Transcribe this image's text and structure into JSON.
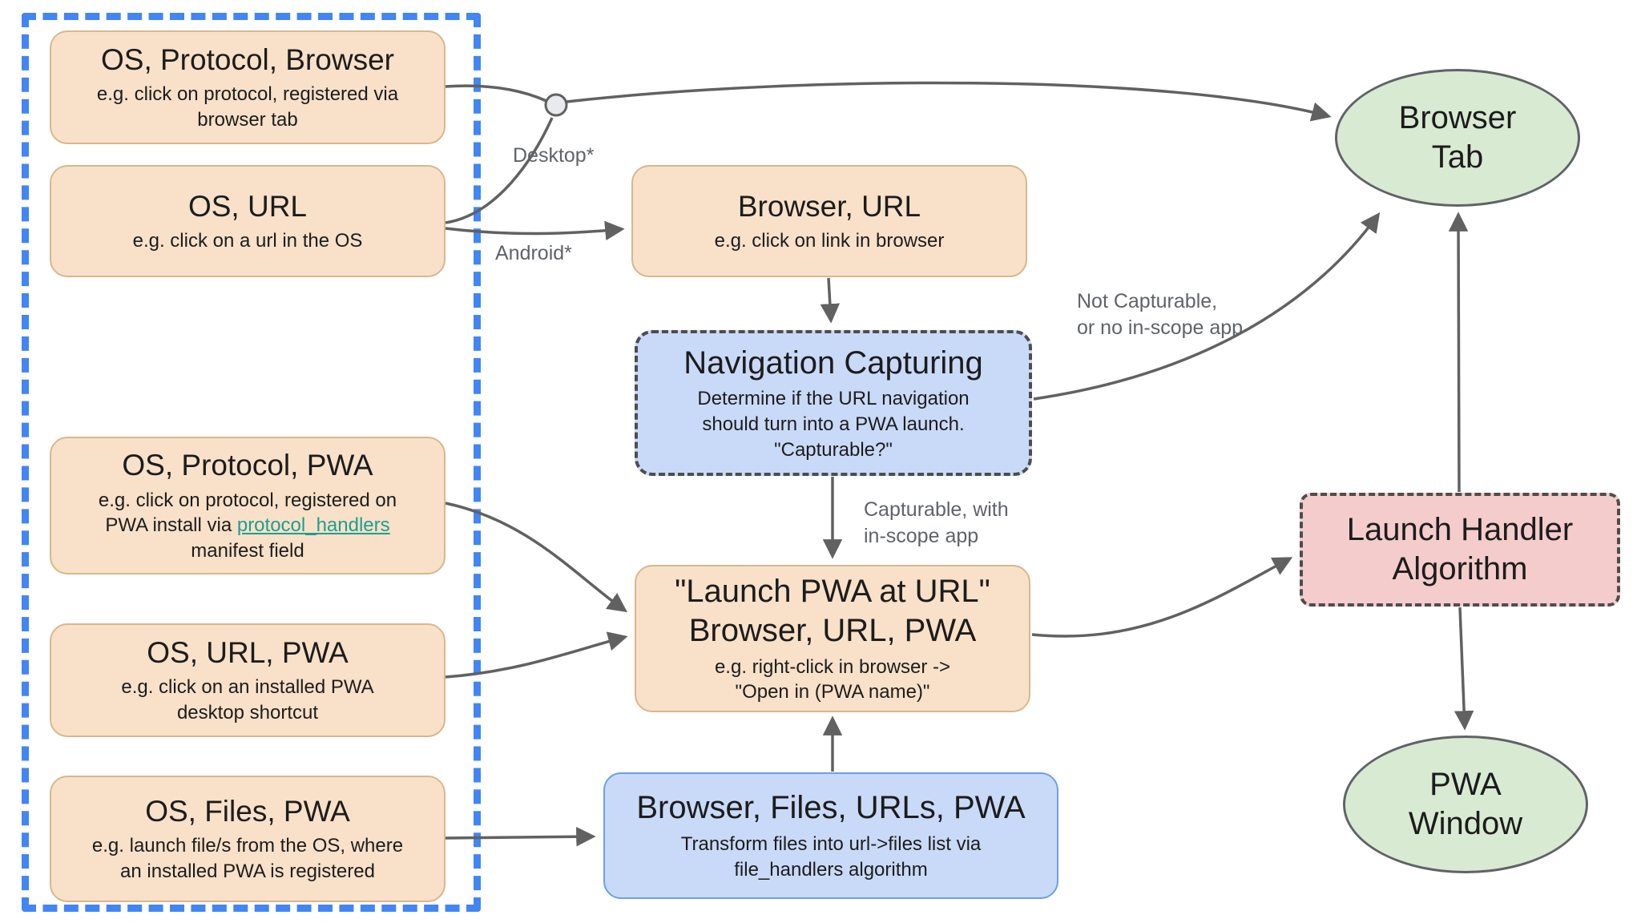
{
  "nodes": {
    "os_protocol_browser": {
      "title": "OS, Protocol, Browser",
      "subtitle": "e.g. click on protocol, registered via\nbrowser tab"
    },
    "os_url": {
      "title": "OS, URL",
      "subtitle": "e.g. click on a url in the OS"
    },
    "os_protocol_pwa": {
      "title": "OS, Protocol, PWA",
      "subtitle_pre": "e.g. click on protocol, registered on\nPWA install via ",
      "link": "protocol_handlers",
      "subtitle_post": "\nmanifest field"
    },
    "os_url_pwa": {
      "title": "OS, URL, PWA",
      "subtitle": "e.g. click on an installed PWA\ndesktop shortcut"
    },
    "os_files_pwa": {
      "title": "OS, Files, PWA",
      "subtitle": "e.g. launch file/s from the OS, where\nan installed PWA is registered"
    },
    "browser_url": {
      "title": "Browser, URL",
      "subtitle": "e.g. click on link in browser"
    },
    "navigation_capturing": {
      "title": "Navigation Capturing",
      "subtitle": "Determine if the URL navigation\nshould turn into a PWA launch.\n\"Capturable?\""
    },
    "launch_pwa_at_url": {
      "title": "\"Launch PWA at URL\"\nBrowser, URL, PWA",
      "subtitle": "e.g. right-click in browser ->\n\"Open in (PWA name)\""
    },
    "browser_files": {
      "title": "Browser, Files, URLs, PWA",
      "subtitle": "Transform files into url->files list via\nfile_handlers algorithm"
    },
    "browser_tab": {
      "title": "Browser\nTab"
    },
    "launch_handler": {
      "title": "Launch Handler\nAlgorithm"
    },
    "pwa_window": {
      "title": "PWA\nWindow"
    }
  },
  "edge_labels": {
    "desktop": "Desktop*",
    "android": "Android*",
    "not_capturable": "Not Capturable,\nor no in-scope app",
    "capturable": "Capturable, with\nin-scope app"
  },
  "colors": {
    "node-orange": "#f8e1c8",
    "node-orange-border": "#d8b78e",
    "node-blue": "#c9daf8",
    "node-blue-border": "#6d9eeb",
    "node-green": "#d9ead3",
    "node-pink": "#f4cccc",
    "dashed-border": "#4d4d4d",
    "container-blue": "#4285f4",
    "arrow": "#616161",
    "label-gray": "#5f6368",
    "link": "#1c9e91"
  }
}
